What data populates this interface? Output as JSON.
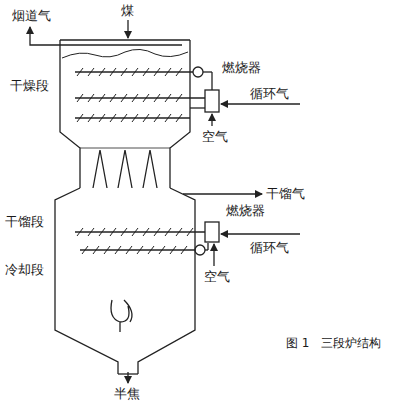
{
  "diagram": {
    "caption": "图 1　三段炉结构",
    "labels": [
      "煤",
      "烟道气",
      "干燥段",
      "燃烧器",
      "循环气",
      "空气",
      "干馏气",
      "干馏段",
      "燃烧器",
      "冷却段",
      "循环气",
      "空气",
      "半焦"
    ]
  }
}
